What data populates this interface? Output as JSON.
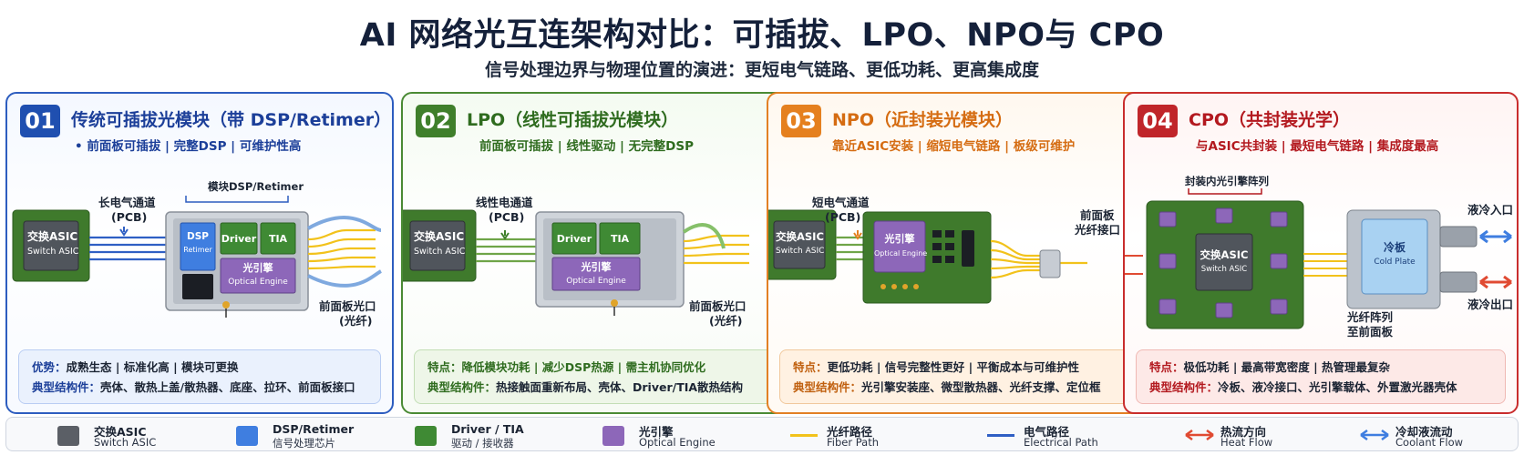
{
  "title": "AI 网络光互连架构对比：可插拔、LPO、NPO与 CPO",
  "subtitle": "信号处理边界与物理位置的演进：更短电气链路、更低功耗、更高集成度",
  "colors": {
    "blue": "#1f4fb0",
    "green": "#3f7f2b",
    "orange": "#e5801f",
    "red": "#c0252a",
    "fiber": "#f2c21b",
    "electrical": "#2f5fc4",
    "engine": "#8d67b9",
    "asic": "#5b5f66"
  },
  "panels": [
    {
      "num": "01",
      "title": "传统可插拔光模块（带 DSP/Retimer）",
      "tagline": "• 前面板可插拔 | 完整DSP | 可维护性高",
      "labels": {
        "asic_cn": "交换ASIC",
        "asic_en": "Switch ASIC",
        "channel": "长电气通道",
        "channel_sub": "(PCB)",
        "bracket": "模块DSP/Retimer",
        "dsp": "DSP",
        "dsp_sub": "Retimer",
        "driver": "Driver",
        "tia": "TIA",
        "engine_cn": "光引擎",
        "engine_en": "Optical Engine",
        "port": "前面板光口",
        "port_sub": "(光纤)"
      },
      "note": {
        "k1": "优势：",
        "v1": "成熟生态 | 标准化高 | 模块可更换",
        "k2": "典型结构件：",
        "v2": "壳体、散热上盖/散热器、底座、拉环、前面板接口"
      }
    },
    {
      "num": "02",
      "title": "LPO（线性可插拔光模块）",
      "tagline": "前面板可插拔 | 线性驱动 | 无完整DSP",
      "labels": {
        "asic_cn": "交换ASIC",
        "asic_en": "Switch ASIC",
        "channel": "线性电通道",
        "channel_sub": "(PCB)",
        "driver": "Driver",
        "tia": "TIA",
        "engine_cn": "光引擎",
        "engine_en": "Optical Engine",
        "port": "前面板光口",
        "port_sub": "(光纤)"
      },
      "note": {
        "k1": "特点：",
        "v1": "降低模块功耗 | 减少DSP热源 | 需主机协同优化",
        "k2": "典型结构件：",
        "v2": "热接触面重新布局、壳体、Driver/TIA散热结构"
      }
    },
    {
      "num": "03",
      "title": "NPO（近封装光模块）",
      "tagline": "靠近ASIC安装 | 缩短电气链路 | 板级可维护",
      "labels": {
        "asic_cn": "交换ASIC",
        "asic_en": "Switch ASIC",
        "channel": "短电气通道",
        "channel_sub": "(PCB)",
        "engine_cn": "光引擎",
        "engine_en": "Optical Engine",
        "port": "前面板",
        "port_sub": "光纤接口"
      },
      "note": {
        "k1": "特点：",
        "v1": "更低功耗 | 信号完整性更好 | 平衡成本与可维护性",
        "k2": "典型结构件：",
        "v2": "光引擎安装座、微型散热器、光纤支撑、定位框"
      }
    },
    {
      "num": "04",
      "title": "CPO（共封装光学）",
      "tagline": "与ASIC共封装 | 最短电气链路 | 集成度最高",
      "labels": {
        "asic_cn": "交换ASIC",
        "asic_en": "Switch ASIC",
        "array": "封装内光引擎阵列",
        "coldplate_cn": "冷板",
        "coldplate_en": "Cold Plate",
        "coolant_in": "液冷入口",
        "coolant_out": "液冷出口",
        "fiber_array": "光纤阵列",
        "fiber_array_sub": "至前面板"
      },
      "note": {
        "k1": "特点：",
        "v1": "极低功耗 | 最高带宽密度 | 热管理最复杂",
        "k2": "典型结构件：",
        "v2": "冷板、液冷接口、光引擎载体、外置激光器壳体"
      }
    }
  ],
  "legend": [
    {
      "cn": "交换ASIC",
      "en": "Switch ASIC",
      "icon": "asic-swatch"
    },
    {
      "cn": "DSP/Retimer",
      "en": "信号处理芯片",
      "icon": "dsp-swatch"
    },
    {
      "cn": "Driver / TIA",
      "en": "驱动 / 接收器",
      "icon": "driver-swatch"
    },
    {
      "cn": "光引擎",
      "en": "Optical Engine",
      "icon": "engine-swatch"
    },
    {
      "cn": "光纤路径",
      "en": "Fiber Path",
      "icon": "fiber-line"
    },
    {
      "cn": "电气路径",
      "en": "Electrical Path",
      "icon": "electrical-line"
    },
    {
      "cn": "热流方向",
      "en": "Heat Flow",
      "icon": "heat-arrow"
    },
    {
      "cn": "冷却液流动",
      "en": "Coolant Flow",
      "icon": "coolant-arrow"
    }
  ]
}
